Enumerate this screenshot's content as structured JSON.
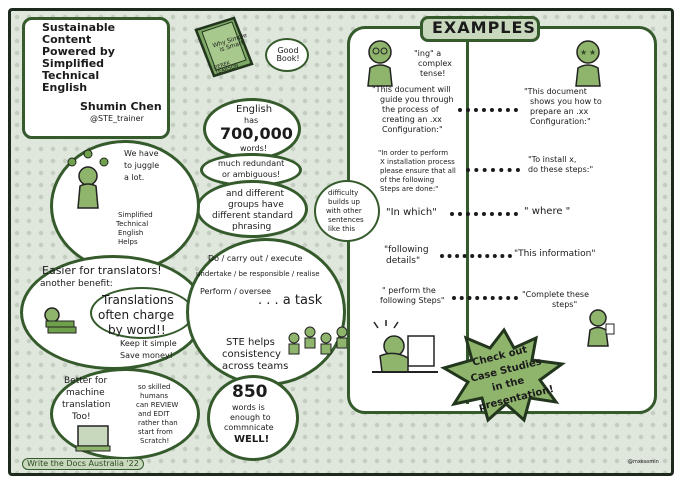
{
  "title": {
    "line1": "Sustainable",
    "line2": "Content",
    "line3": "Powered by",
    "line4": "Simplified",
    "line5": "Technical",
    "line6": "English",
    "author": "Shumin Chen",
    "handle": "@STE_trainer"
  },
  "book": {
    "title": "Why Simple is Smart",
    "author": "DEREK TEARSON",
    "caption": "Good Book!"
  },
  "english_bubble": {
    "line1": "English",
    "line2": "has",
    "count": "700,000",
    "line3": "words!",
    "line4": "much redundant",
    "line5": "or ambiguous!",
    "line6": "and different",
    "line7": "groups have",
    "line8": "different standard",
    "line9": "phrasing"
  },
  "juggle": {
    "line1": "We have",
    "line2": "to juggle",
    "line3": "a lot.",
    "ste1": "Simplified",
    "ste2": "Technical",
    "ste3": "English",
    "ste4": "Helps"
  },
  "translators": {
    "line1": "Easier for translators!",
    "line2": "another benefit:",
    "line3": "Translations",
    "line4": "often charge",
    "line5": "by word!!",
    "line6": "Keep it simple",
    "line7": "Save money!"
  },
  "task": {
    "line1": "Do / carry out / execute",
    "line2": "undertake / be responsible / realise",
    "line3": "Perform / oversee",
    "line4": ". . . a task",
    "line5": "STE helps",
    "line6": "consistency",
    "line7": "across teams"
  },
  "machine": {
    "line1": "Better for",
    "line2": "machine",
    "line3": "translation",
    "line4": "Too!",
    "line5": "so skilled",
    "line6": "humans",
    "line7": "can REVIEW",
    "line8": "and EDIT",
    "line9": "rather than",
    "line10": "start from",
    "line11": "Scratch!"
  },
  "words850": {
    "count": "850",
    "line1": "words is",
    "line2": "enough to",
    "line3": "commnicate",
    "line4": "WELL!"
  },
  "examples": {
    "heading": "EXAMPLES",
    "ing_note1": "\"ing\" a",
    "ing_note2": "complex",
    "ing_note3": "tense!",
    "difficulty1": "difficulty",
    "difficulty2": "builds up",
    "difficulty3": "with other",
    "difficulty4": "sentences",
    "difficulty5": "like this",
    "rows": [
      {
        "left": [
          "\"This document will",
          "guide you through",
          "the process of",
          "creating an .xx",
          "Configuration:\""
        ],
        "right": [
          "\"This document",
          "shows you how to",
          "prepare an .xx",
          "Configuration:\""
        ]
      },
      {
        "left": [
          "\"In order to perform",
          "X installation process",
          "please ensure that all",
          "of the following",
          "Steps are done:\""
        ],
        "right": [
          "\"To install x,",
          "do these steps:\""
        ]
      },
      {
        "left": [
          "\"In which\""
        ],
        "right": [
          "\" where \""
        ]
      },
      {
        "left": [
          "\"following",
          "details\""
        ],
        "right": [
          "\"This information\""
        ]
      },
      {
        "left": [
          "\" perform the",
          "following Steps\""
        ],
        "right": [
          "\"Complete these",
          "steps\""
        ]
      }
    ],
    "callout1": "Check out",
    "callout2": "Case Studies",
    "callout3": "in the",
    "callout4": "presentation!"
  },
  "footer": {
    "left": "Write the Docs Australia '22",
    "right": "@mxeasmin"
  },
  "colors": {
    "green_dark": "#355a2c",
    "green_fill": "#8fb56d",
    "star_green": "#6fa04b",
    "bg": "#dfe6dc"
  }
}
